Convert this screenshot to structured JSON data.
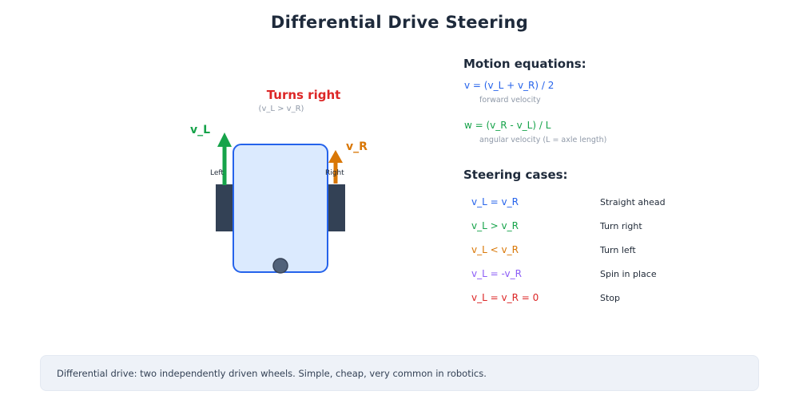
{
  "title": "Differential Drive Steering",
  "diagram": {
    "caption": "Turns right",
    "caption_sub": "(v_L > v_R)",
    "left_velocity_label": "v_L",
    "right_velocity_label": "v_R",
    "left_wheel_label": "Left",
    "right_wheel_label": "Right"
  },
  "motion": {
    "heading": "Motion equations:",
    "equations": [
      {
        "formula": "v = (v_L + v_R) / 2",
        "note": "forward velocity",
        "color": "#2563eb"
      },
      {
        "formula": "w = (v_R - v_L) / L",
        "note": "angular velocity (L = axle length)",
        "color": "#16a34a"
      }
    ]
  },
  "steering": {
    "heading": "Steering cases:",
    "cases": [
      {
        "condition": "v_L = v_R",
        "result": "Straight ahead",
        "color": "#2563eb"
      },
      {
        "condition": "v_L > v_R",
        "result": "Turn right",
        "color": "#16a34a"
      },
      {
        "condition": "v_L < v_R",
        "result": "Turn left",
        "color": "#d97706"
      },
      {
        "condition": "v_L = -v_R",
        "result": "Spin in place",
        "color": "#8b5cf6"
      },
      {
        "condition": "v_L = v_R = 0",
        "result": "Stop",
        "color": "#dc2626"
      }
    ]
  },
  "footer": {
    "note": "Differential drive: two independently driven wheels. Simple, cheap, very common in robotics."
  },
  "colors": {
    "title": "#1e2a3b",
    "heading": "#1e2a3b",
    "caption_red": "#dc2626",
    "muted": "#8f99a8",
    "dark_text": "#1f2937",
    "green_arrow": "#16a34a",
    "orange_arrow": "#d97706",
    "body_fill": "#dbeafe",
    "body_stroke": "#2563eb",
    "wheel": "#334155",
    "caster_fill": "#51627a",
    "caster_stroke": "#374357",
    "footer_text": "#334155"
  }
}
